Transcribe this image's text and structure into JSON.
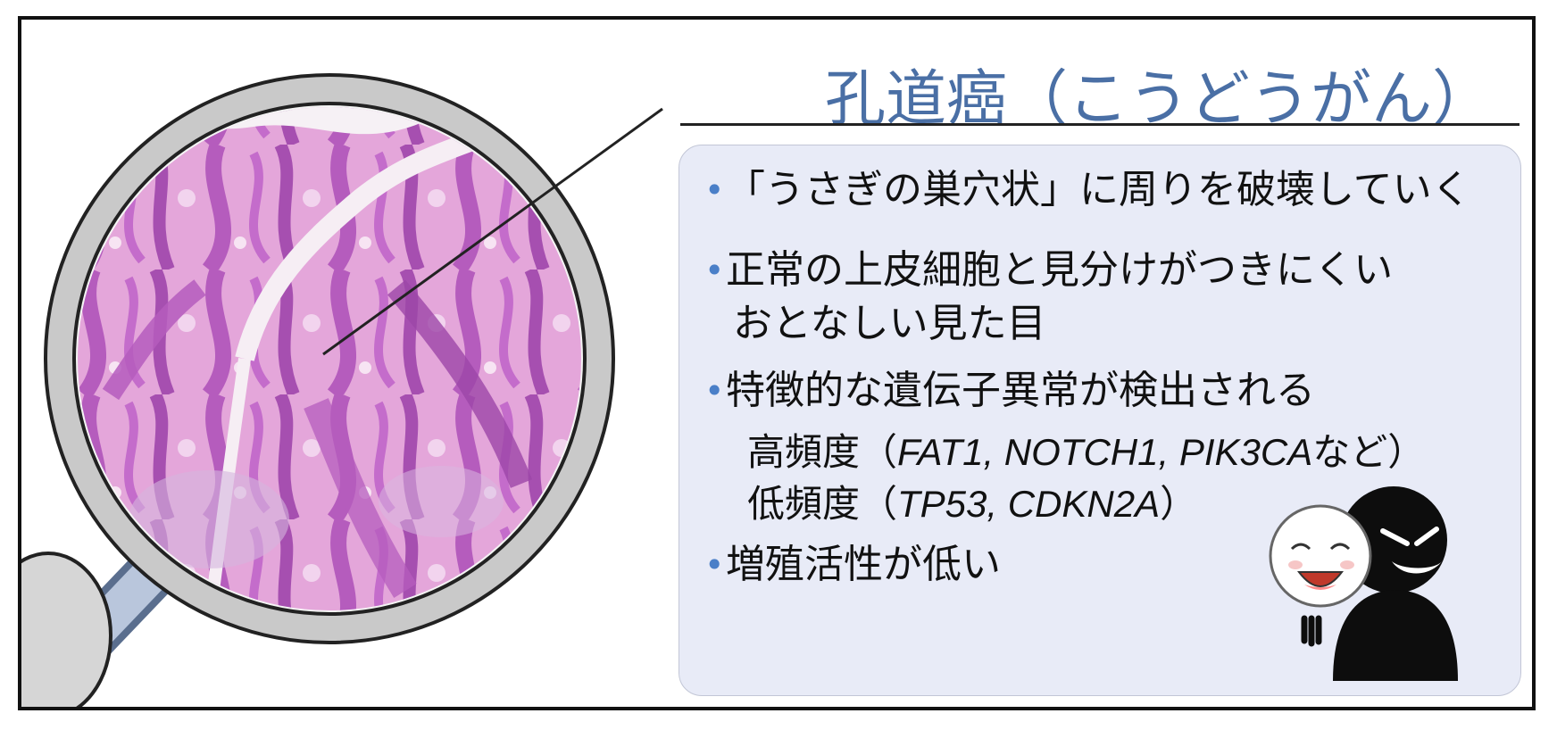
{
  "title": "孔道癌（こうどうがん）",
  "bullets": [
    {
      "line1": "「うさぎの巣穴状」に周りを破壊していく"
    },
    {
      "line1": "正常の上皮細胞と見分けがつきにくい",
      "line2": "おとなしい見た目"
    },
    {
      "line1": "特徴的な遺伝子異常が検出される",
      "high": {
        "prefix": "高頻度（",
        "genes": "FAT1, NOTCH1, PIK3CA",
        "suffix": "など）"
      },
      "low": {
        "prefix": "低頻度（",
        "genes": "TP53, CDKN2A",
        "suffix": "）"
      }
    },
    {
      "line1": "増殖活性が低い"
    }
  ],
  "colors": {
    "title": "#4a6fa5",
    "bullet_dot": "#4a7fc8",
    "panel_bg": "#e8ebf7",
    "tissue_pink": "#d97fc9",
    "tissue_purple": "#a64fb0"
  },
  "icons": {
    "magnifier": "magnifying-glass-icon",
    "mask": "smiling-mask-icon",
    "shadow": "sinister-figure-icon"
  }
}
